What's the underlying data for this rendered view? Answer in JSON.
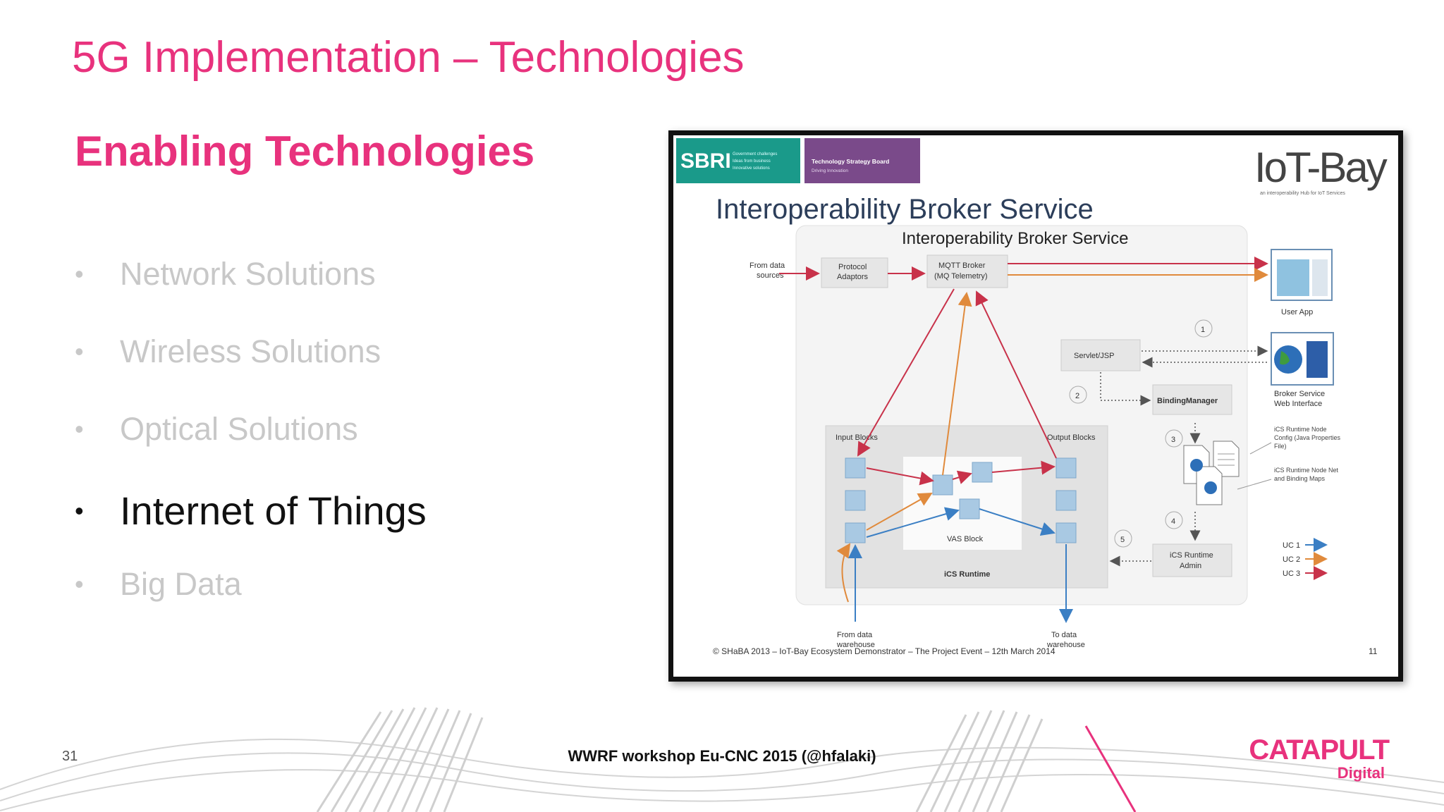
{
  "slide": {
    "title": "5G Implementation – Technologies",
    "subtitle": "Enabling Technologies",
    "bullets": [
      {
        "text": "Network Solutions",
        "active": false
      },
      {
        "text": "Wireless Solutions",
        "active": false
      },
      {
        "text": "Optical Solutions",
        "active": false
      },
      {
        "text": "Internet of Things",
        "active": true
      },
      {
        "text": "Big Data",
        "active": false
      }
    ],
    "bullet_char": "•",
    "page_number": "31",
    "footer": "WWRF workshop Eu-CNC 2015 (@hfalaki)",
    "logo": {
      "line1": "CATAPULT",
      "line2": "Digital"
    },
    "accent_color": "#e8327d"
  },
  "figure": {
    "sbri": {
      "name": "SBRI",
      "tag1": "Government challenges",
      "tag2": "Ideas from business",
      "tag3": "Innovative solutions"
    },
    "tsb": {
      "name": "Technology Strategy Board",
      "tag": "Driving Innovation"
    },
    "iotbay": {
      "name": "IoT-Bay",
      "tagline": "an interoperability Hub for IoT Services"
    },
    "heading": "Interoperability Broker Service",
    "box_title": "Interoperability Broker Service",
    "from_data_sources": [
      "From data",
      "sources"
    ],
    "protocol_adaptors": [
      "Protocol",
      "Adaptors"
    ],
    "mqtt_broker": [
      "MQTT Broker",
      "(MQ Telemetry)"
    ],
    "user_app": "User App",
    "servlet": "Servlet/JSP",
    "broker_web": [
      "Broker Service",
      "Web Interface"
    ],
    "binding_manager": "BindingManager",
    "input_blocks": "Input Blocks",
    "output_blocks": "Output Blocks",
    "vas_block": "VAS Block",
    "ics_runtime": "iCS Runtime",
    "ics_admin": [
      "iCS Runtime",
      "Admin"
    ],
    "node_config": [
      "iCS Runtime Node",
      "Config (Java Properties",
      "File)"
    ],
    "node_net": [
      "iCS Runtime Node Net",
      "and Binding Maps"
    ],
    "from_warehouse": [
      "From data",
      "warehouse"
    ],
    "to_warehouse": [
      "To data",
      "warehouse"
    ],
    "steps": [
      "1",
      "2",
      "3",
      "4",
      "5"
    ],
    "legend": [
      {
        "label": "UC 1",
        "color": "#3b7fc4"
      },
      {
        "label": "UC 2",
        "color": "#e08a3c"
      },
      {
        "label": "UC 3",
        "color": "#c8324a"
      }
    ],
    "copyright": "© SHaBA 2013 – IoT-Bay Ecosystem Demonstrator – The Project Event – 12th March 2014",
    "page": "11"
  }
}
